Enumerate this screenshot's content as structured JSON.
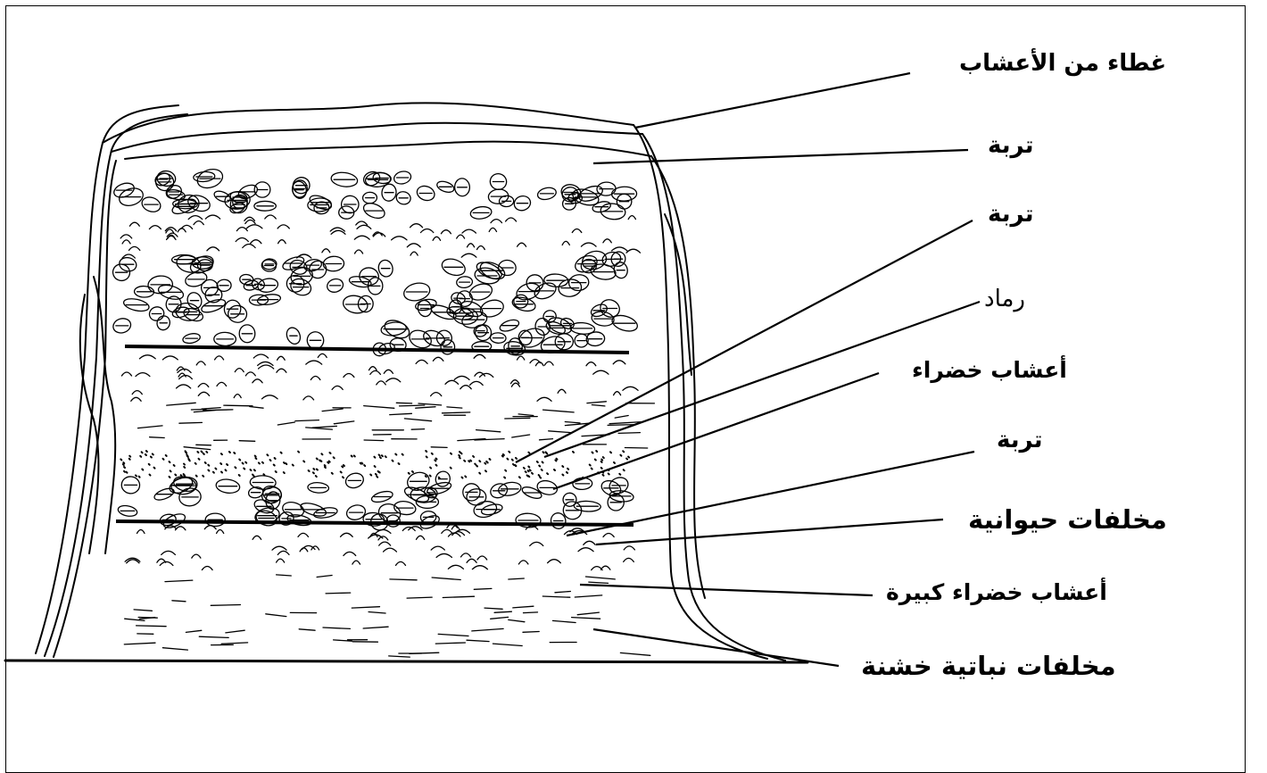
{
  "labels": {
    "grass_cover": "غطاء من الأعشاب",
    "soil_1": "تربة",
    "soil_2": "تربة",
    "ash": "رماد",
    "green_grass": "أعشاب خضراء",
    "soil_3": "تربة",
    "animal_waste": "مخلفات حيوانية",
    "large_green_grass": "أعشاب خضراء كبيرة",
    "coarse_plant_waste": "مخلفات نباتية خشنة"
  }
}
